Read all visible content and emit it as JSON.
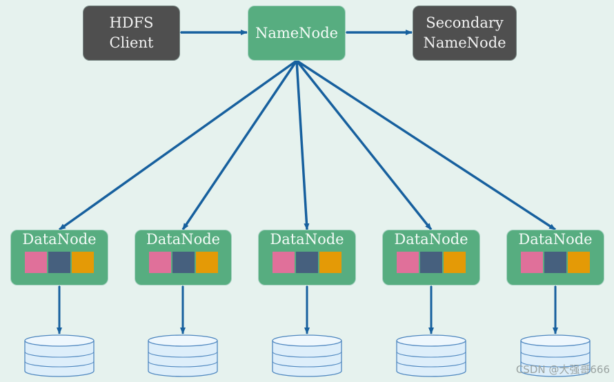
{
  "client": {
    "line1": "HDFS",
    "line2": "Client"
  },
  "namenode": {
    "label": "NameNode"
  },
  "secondary": {
    "line1": "Secondary",
    "line2": "NameNode"
  },
  "datanodes": [
    {
      "label": "DataNode"
    },
    {
      "label": "DataNode"
    },
    {
      "label": "DataNode"
    },
    {
      "label": "DataNode"
    },
    {
      "label": "DataNode"
    }
  ],
  "watermark": "CSDN @大强哥666",
  "colors": {
    "background": "#e6f2ee",
    "node_green": "#57ad80",
    "dark_box": "#4f4f4f",
    "arrow": "#17609e",
    "block_pink": "#e0709a",
    "block_slate": "#46607e",
    "block_amber": "#e49a06",
    "disk_fill": "#ddeefa",
    "disk_stroke": "#4d86bf"
  }
}
